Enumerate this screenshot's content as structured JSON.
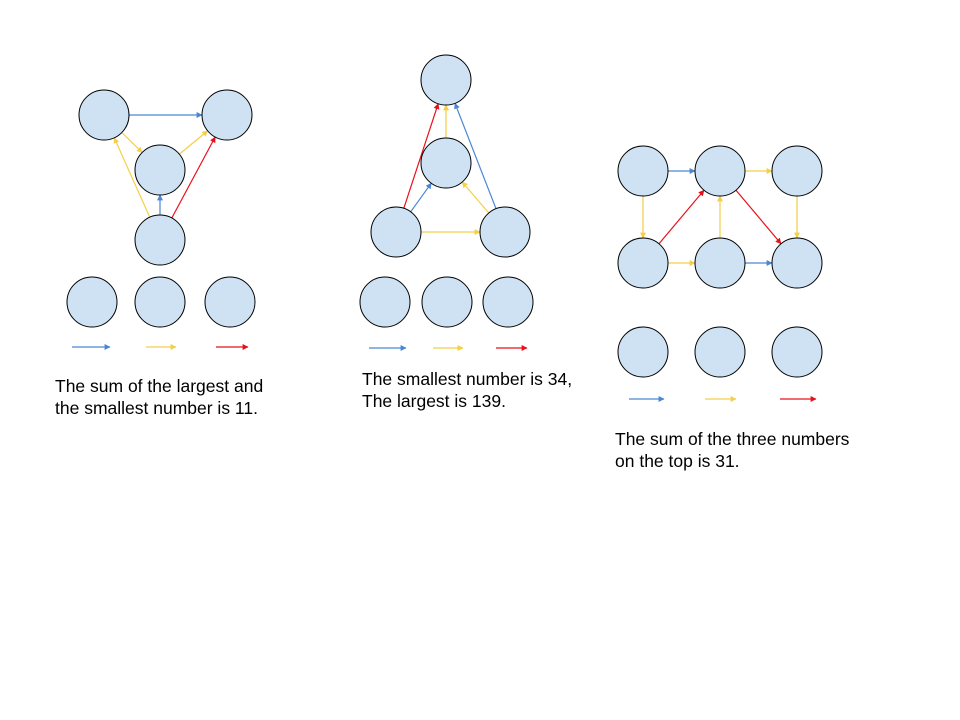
{
  "colors": {
    "node_fill": "#cfe2f3",
    "node_stroke": "#000000",
    "blue": "#4a86d4",
    "yellow": "#f4cf47",
    "red": "#e8111b"
  },
  "puzzles": [
    {
      "caption": [
        "The sum of the largest and",
        "the smallest number is 11."
      ]
    },
    {
      "caption": [
        "The smallest number is 34,",
        "The largest is 139."
      ]
    },
    {
      "caption": [
        "The sum of the three numbers",
        "on the top is 31."
      ]
    }
  ]
}
